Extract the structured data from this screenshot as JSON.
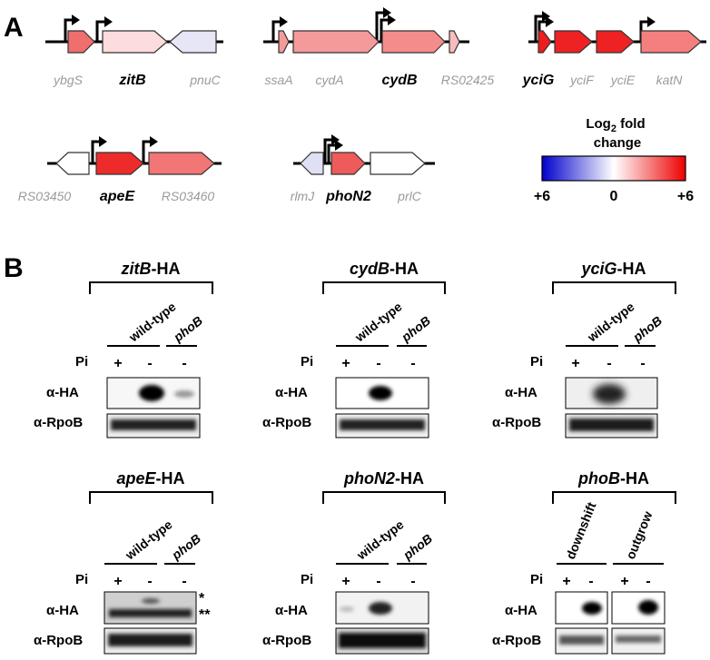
{
  "panel_a": {
    "letter": "A",
    "operons": [
      {
        "genes": [
          "ybgS",
          "zitB",
          "pnuC"
        ],
        "highlight": "zitB"
      },
      {
        "genes": [
          "ssaA",
          "cydA",
          "cydB",
          "RS02425"
        ],
        "highlight": "cydB"
      },
      {
        "genes": [
          "yciG",
          "yciF",
          "yciE",
          "katN"
        ],
        "highlight": "yciG"
      },
      {
        "genes": [
          "RS03450",
          "apeE",
          "RS03460"
        ],
        "highlight": "apeE"
      },
      {
        "genes": [
          "rlmJ",
          "phoN2",
          "prlC"
        ],
        "highlight": "phoN2"
      }
    ],
    "legend": {
      "title_line1_pre": "Log",
      "title_line1_sub": "2",
      "title_line1_post": " fold",
      "title_line2": "change",
      "tick_left": "+6",
      "tick_mid": "0",
      "tick_right": "+6",
      "color_low": "#0000cc",
      "color_mid": "#ffffff",
      "color_high": "#ee0000"
    }
  },
  "panel_b": {
    "letter": "B",
    "pi_label": "Pi",
    "ha_label": "α-HA",
    "rpob_label": "α-RpoB",
    "plus": "+",
    "minus": "-",
    "blots": [
      {
        "gene": "zitB",
        "suffix": "-HA",
        "group1": "wild-type",
        "group2": "phoB"
      },
      {
        "gene": "cydB",
        "suffix": "-HA",
        "group1": "wild-type",
        "group2": "phoB"
      },
      {
        "gene": "yciG",
        "suffix": "-HA",
        "group1": "wild-type",
        "group2": "phoB"
      },
      {
        "gene": "apeE",
        "suffix": "-HA",
        "group1": "wild-type",
        "group2": "phoB",
        "marks": [
          "*",
          "**"
        ]
      },
      {
        "gene": "phoN2",
        "suffix": "-HA",
        "group1": "wild-type",
        "group2": "phoB"
      },
      {
        "gene": "phoB",
        "suffix": "-HA",
        "group1": "downshift",
        "group2": "outgrow"
      }
    ]
  }
}
